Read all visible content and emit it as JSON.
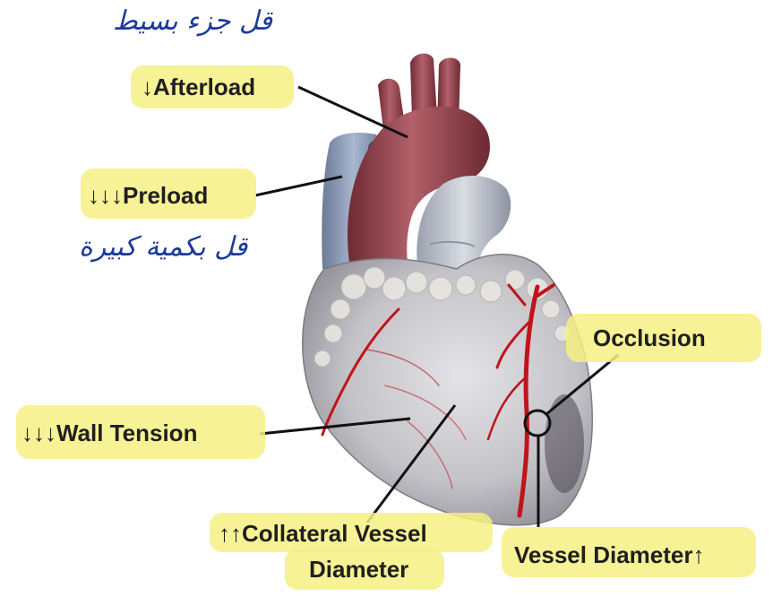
{
  "notes": {
    "top": "قل جزء بسيط",
    "middle": "قل بكمية كبيرة"
  },
  "labels": {
    "afterload": {
      "arrows": "↓",
      "text": "Afterload"
    },
    "preload": {
      "arrows": "↓↓↓",
      "text": "Preload"
    },
    "wall_tension": {
      "arrows": "↓↓↓",
      "text": "Wall Tension"
    },
    "collateral": {
      "arrows": "↑↑",
      "line1": "Collateral Vessel",
      "line2": "Diameter"
    },
    "occlusion": {
      "text": "Occlusion"
    },
    "vessel_diameter": {
      "text": "Vessel Diameter",
      "arrows": "↑"
    }
  },
  "colors": {
    "highlight": "#f6f082",
    "handwriting": "#1d3a9a",
    "artery": "#c0141a",
    "myocardium": "#c9c9cc",
    "aorta": "#9e4a50",
    "vena_cava": "#8a9ab8"
  }
}
